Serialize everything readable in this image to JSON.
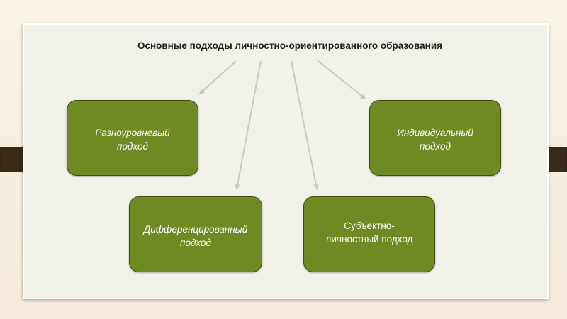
{
  "slide": {
    "title": "Основные подходы личностно-ориентированного образования",
    "boxes": [
      {
        "label": "Разноуровневый\nподход",
        "italic": true
      },
      {
        "label": "Индивидуальный\nподход",
        "italic": true
      },
      {
        "label": "Дифференцированный\nподход",
        "italic": true
      },
      {
        "label": "Субъектно-\nличностный подход",
        "italic": false
      }
    ]
  },
  "colors": {
    "box_fill": "#6f8a23",
    "box_border": "#3f4f10",
    "arrow": "#c9c8bd",
    "tab": "#3b2a18"
  }
}
